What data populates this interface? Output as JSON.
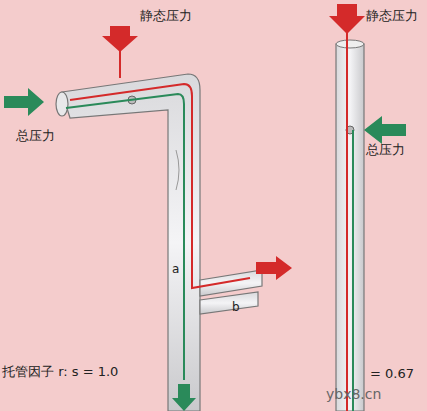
{
  "diagram": {
    "labels": [
      "静态压力",
      "总压力",
      "a",
      "b",
      "托管因子 r: s = 1.0",
      "静态压力",
      "总压力",
      "= 0.67",
      "ybx8.cn"
    ]
  }
}
